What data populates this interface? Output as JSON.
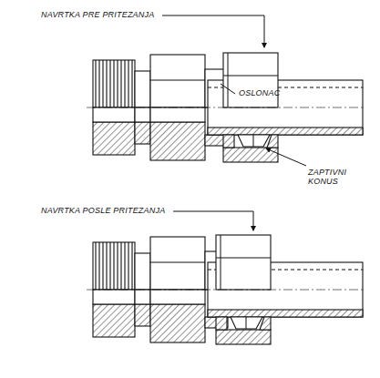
{
  "diagram": {
    "labels": [
      "NAVRTKA PRE PRITEZANJA",
      "OSLONAC",
      "ZAPTIVNI KONUS",
      "NAVRTKA POSLE PRITEZANJA"
    ]
  }
}
